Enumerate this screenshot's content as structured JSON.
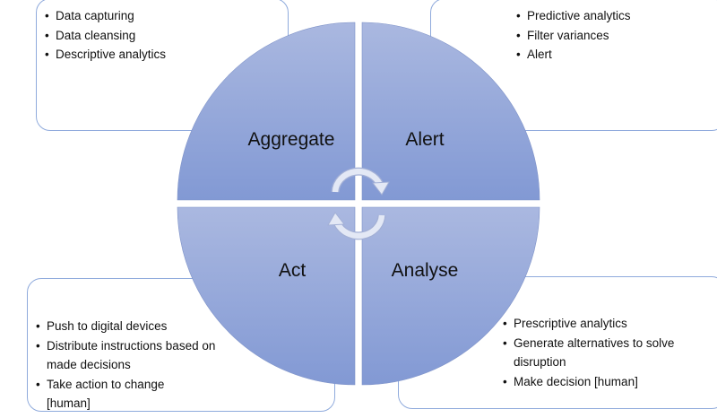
{
  "quadrants": {
    "aggregate": {
      "label": "Aggregate",
      "items": [
        "Data capturing",
        "Data cleansing",
        "Descriptive analytics"
      ]
    },
    "alert": {
      "label": "Alert",
      "items": [
        "Predictive analytics",
        "Filter variances",
        "Alert"
      ]
    },
    "act": {
      "label": "Act",
      "items": [
        " Push to digital devices",
        "Distribute instructions based on made decisions",
        "Take action to change [human]"
      ]
    },
    "analyse": {
      "label": "Analyse",
      "items": [
        "Prescriptive analytics",
        "Generate alternatives to solve disruption",
        "Make decision [human]"
      ]
    }
  },
  "colors": {
    "quadrant_light": "#aab8e0",
    "quadrant_dark": "#8299d4",
    "box_border": "#8faadc",
    "arrow_fill": "#e3e8f5"
  }
}
